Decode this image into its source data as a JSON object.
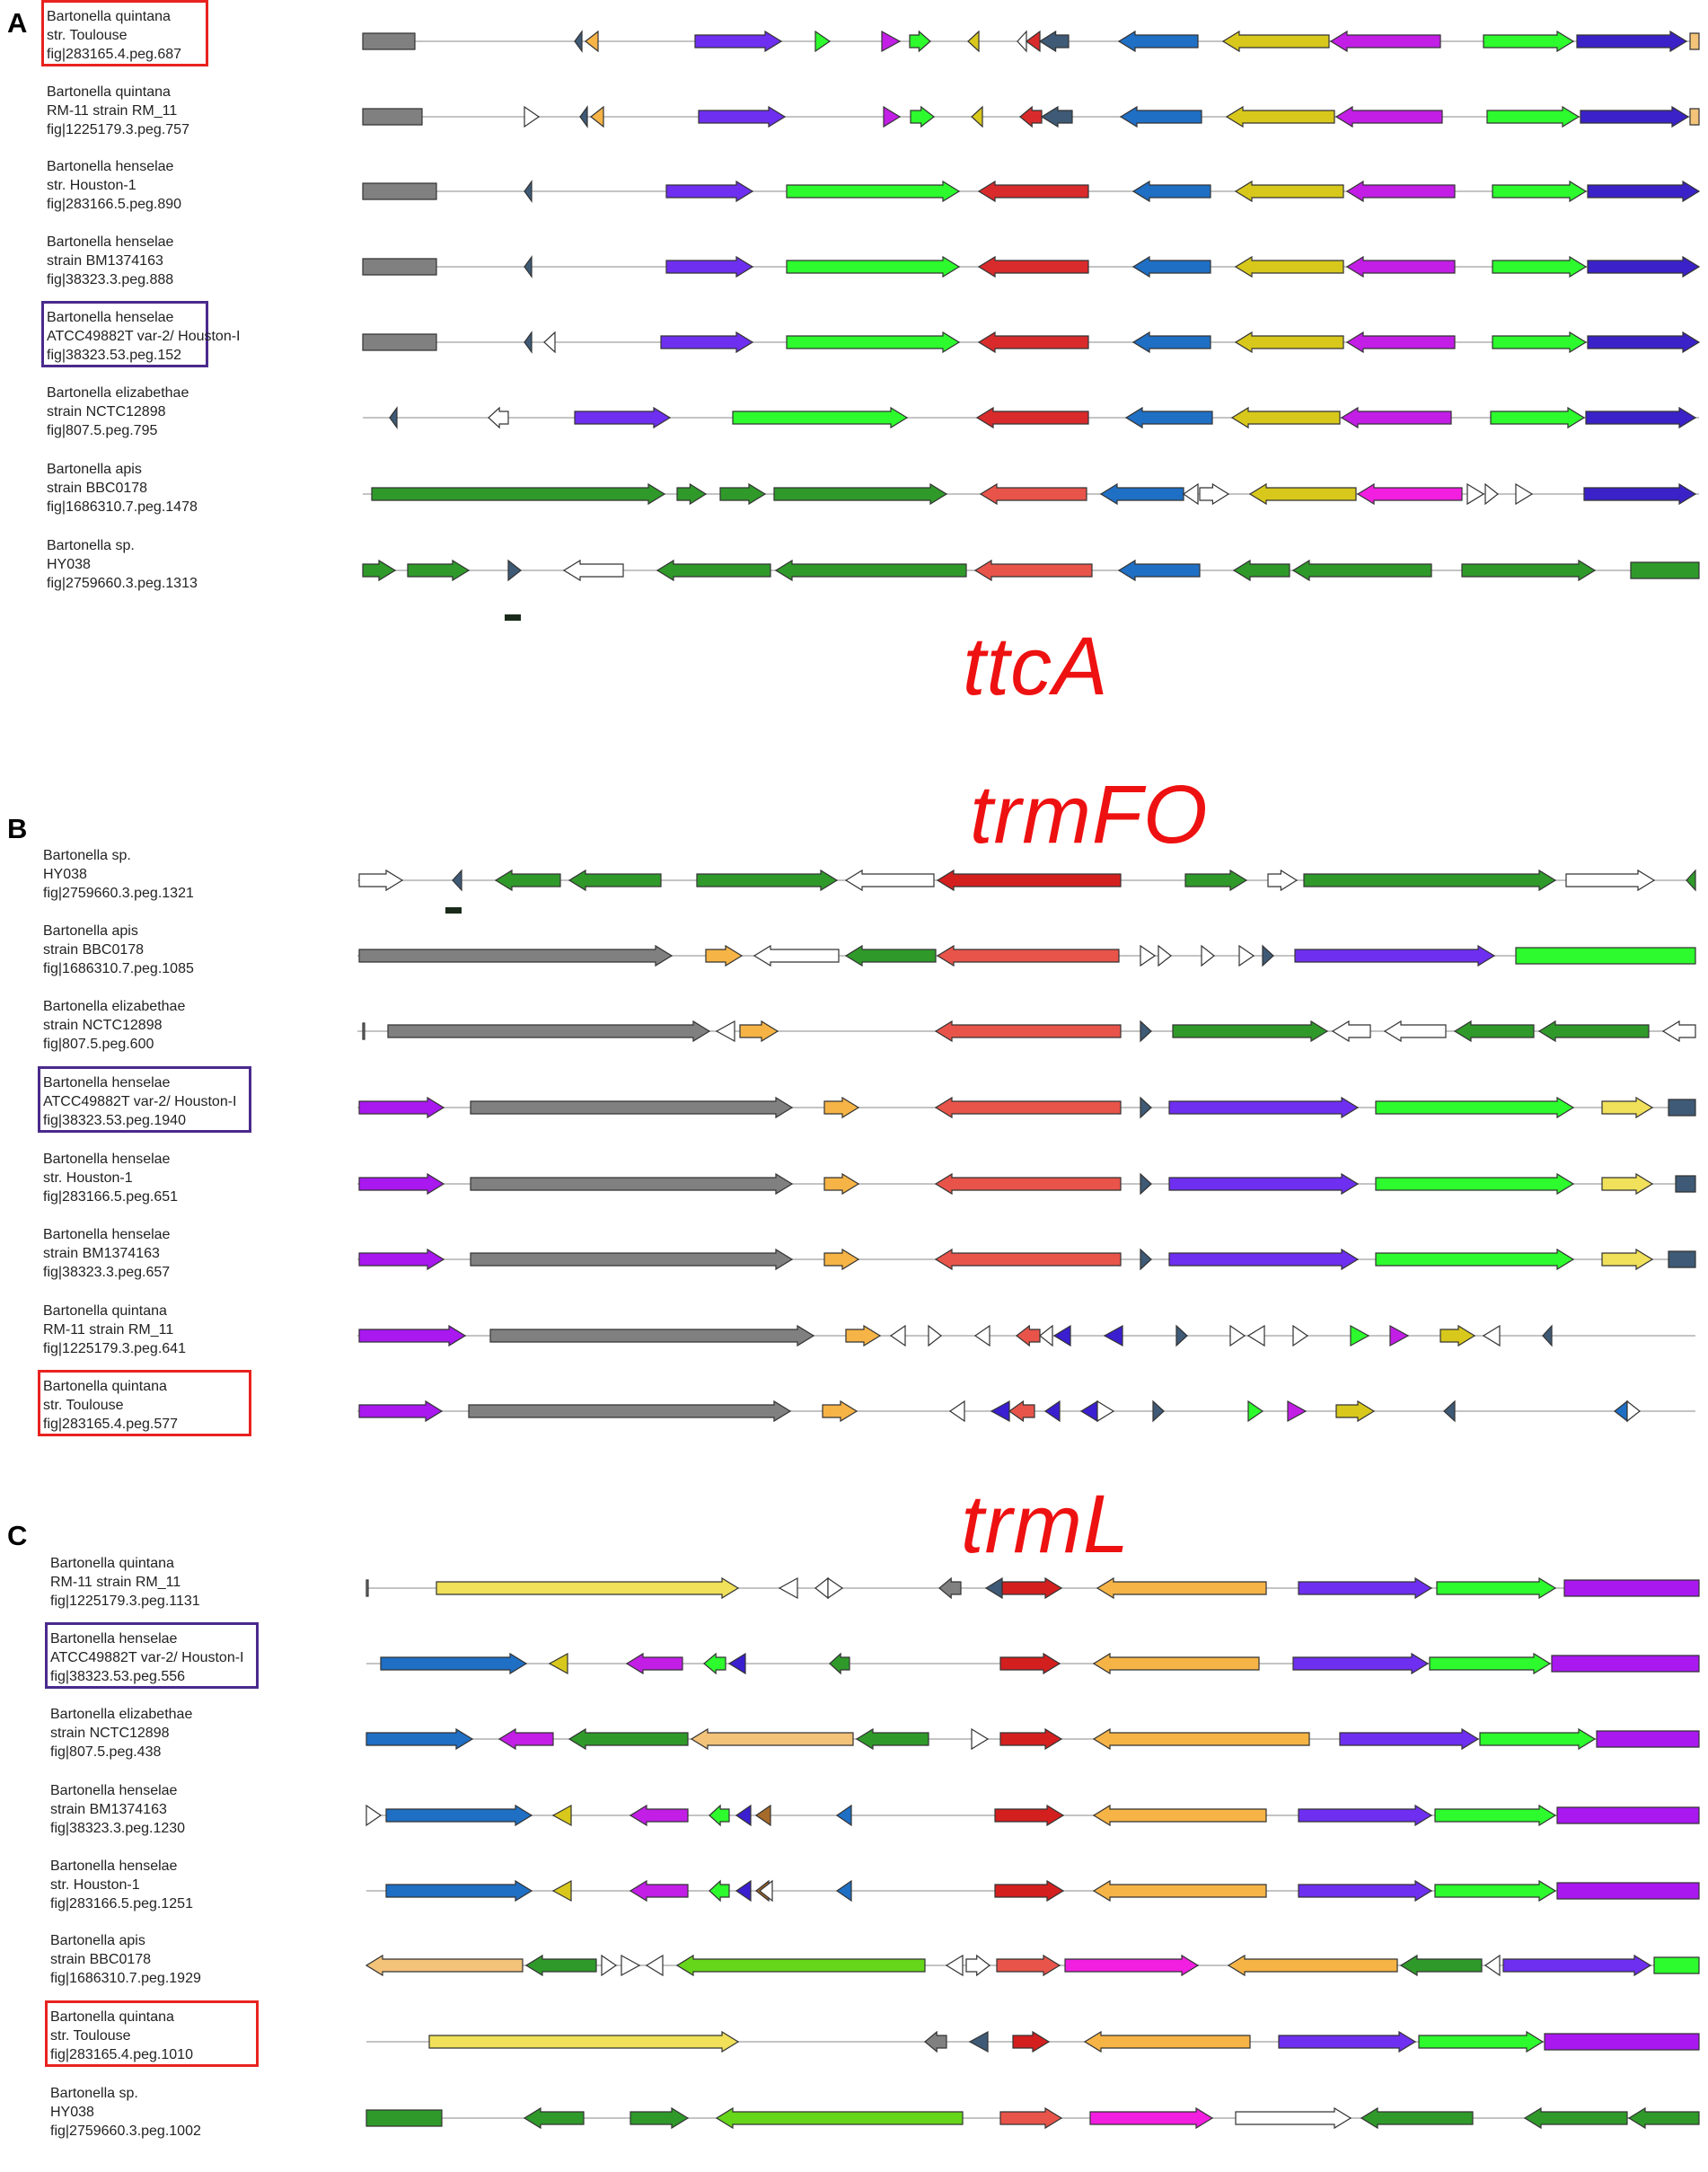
{
  "panels": [
    {
      "letter": "A",
      "gene": "ttcA",
      "rows": [
        {
          "lines": [
            "Bartonella quintana",
            "str. Toulouse",
            "fig|283165.4.peg.687"
          ],
          "highlight": "red"
        },
        {
          "lines": [
            "Bartonella quintana",
            "RM-11 strain RM_11",
            "fig|1225179.3.peg.757"
          ],
          "highlight": ""
        },
        {
          "lines": [
            "Bartonella henselae",
            "str. Houston-1",
            "fig|283166.5.peg.890"
          ],
          "highlight": ""
        },
        {
          "lines": [
            "Bartonella henselae",
            "strain BM1374163",
            "fig|38323.3.peg.888"
          ],
          "highlight": ""
        },
        {
          "lines": [
            "Bartonella henselae",
            "ATCC49882T var-2/ Houston-I",
            "fig|38323.53.peg.152"
          ],
          "highlight": "purple"
        },
        {
          "lines": [
            "Bartonella elizabethae",
            "strain NCTC12898",
            "fig|807.5.peg.795"
          ],
          "highlight": ""
        },
        {
          "lines": [
            "Bartonella apis",
            "strain BBC0178",
            "fig|1686310.7.peg.1478"
          ],
          "highlight": ""
        },
        {
          "lines": [
            "Bartonella sp.",
            "HY038",
            "fig|2759660.3.peg.1313"
          ],
          "highlight": ""
        }
      ]
    },
    {
      "letter": "B",
      "gene": "trmFO",
      "rows": [
        {
          "lines": [
            "Bartonella sp.",
            "HY038",
            "fig|2759660.3.peg.1321"
          ],
          "highlight": ""
        },
        {
          "lines": [
            "Bartonella apis",
            "strain BBC0178",
            "fig|1686310.7.peg.1085"
          ],
          "highlight": ""
        },
        {
          "lines": [
            "Bartonella elizabethae",
            "strain NCTC12898",
            "fig|807.5.peg.600"
          ],
          "highlight": ""
        },
        {
          "lines": [
            "Bartonella henselae",
            "ATCC49882T var-2/ Houston-I",
            "fig|38323.53.peg.1940"
          ],
          "highlight": "purple"
        },
        {
          "lines": [
            "Bartonella henselae",
            "str. Houston-1",
            "fig|283166.5.peg.651"
          ],
          "highlight": ""
        },
        {
          "lines": [
            "Bartonella henselae",
            "strain BM1374163",
            "fig|38323.3.peg.657"
          ],
          "highlight": ""
        },
        {
          "lines": [
            "Bartonella quintana",
            "RM-11 strain RM_11",
            "fig|1225179.3.peg.641"
          ],
          "highlight": ""
        },
        {
          "lines": [
            "Bartonella quintana",
            "str. Toulouse",
            "fig|283165.4.peg.577"
          ],
          "highlight": "red"
        }
      ]
    },
    {
      "letter": "C",
      "gene": "trmL",
      "rows": [
        {
          "lines": [
            "Bartonella quintana",
            "RM-11 strain RM_11",
            "fig|1225179.3.peg.1131"
          ],
          "highlight": ""
        },
        {
          "lines": [
            "Bartonella henselae",
            "ATCC49882T var-2/ Houston-I",
            "fig|38323.53.peg.556"
          ],
          "highlight": "purple"
        },
        {
          "lines": [
            "Bartonella elizabethae",
            "strain NCTC12898",
            "fig|807.5.peg.438"
          ],
          "highlight": ""
        },
        {
          "lines": [
            "Bartonella henselae",
            "strain BM1374163",
            "fig|38323.3.peg.1230"
          ],
          "highlight": ""
        },
        {
          "lines": [
            "Bartonella henselae",
            "str. Houston-1",
            "fig|283166.5.peg.1251"
          ],
          "highlight": ""
        },
        {
          "lines": [
            "Bartonella apis",
            "strain BBC0178",
            "fig|1686310.7.peg.1929"
          ],
          "highlight": ""
        },
        {
          "lines": [
            "Bartonella quintana",
            "str. Toulouse",
            "fig|283165.4.peg.1010"
          ],
          "highlight": "red"
        },
        {
          "lines": [
            "Bartonella sp.",
            "HY038",
            "fig|2759660.3.peg.1002"
          ],
          "highlight": ""
        }
      ]
    }
  ],
  "colors": {
    "gray": "#808080",
    "navy": "#3e5a76",
    "orange": "#f7b446",
    "purple": "#6e2ff0",
    "green": "#2dfb2d",
    "magenta": "#c21ee6",
    "red": "#d92b2b",
    "blue": "#1f6fc5",
    "olive": "#d8c81c",
    "white": "#ffffff",
    "salmon": "#e8544a",
    "forest": "#2f9a2a",
    "violet": "#a818ef",
    "pink": "#f21ee0",
    "lime": "#66d61a",
    "peach": "#f3c37a",
    "yellow": "#f0e05a",
    "darkblue": "#3a1fd0",
    "brown": "#a66a2a",
    "darkred": "#d41f1f",
    "indigo": "#3a22c8",
    "lightorange": "#f6b446"
  }
}
